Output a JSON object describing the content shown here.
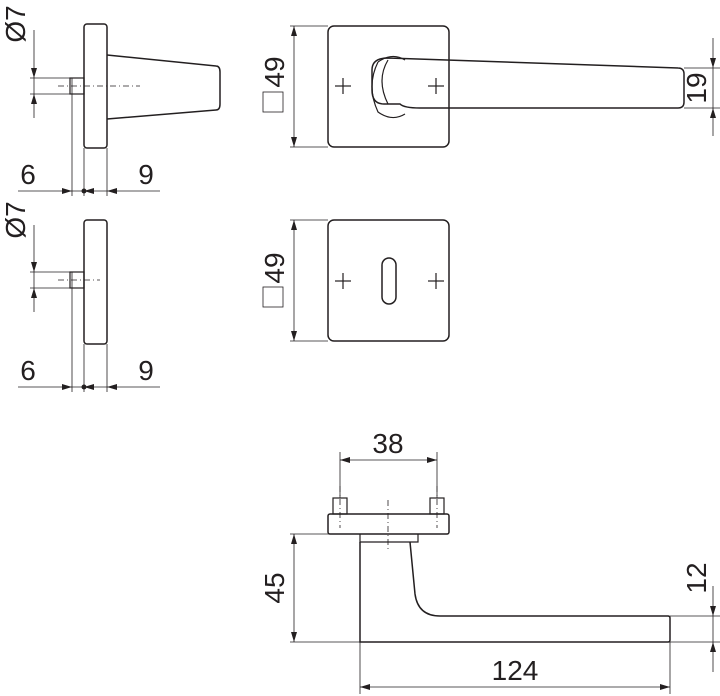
{
  "dimensions": {
    "top_side_bore": "Ø7",
    "top_side_left": "6",
    "top_side_right": "9",
    "bottom_side_bore": "Ø7",
    "bottom_side_left": "6",
    "bottom_side_right": "9",
    "top_rose_size": "49",
    "lever_height": "19",
    "escutcheon_size": "49",
    "rose_hole_spacing": "38",
    "lever_projection": "45",
    "lever_thickness": "12",
    "lever_length": "124"
  }
}
